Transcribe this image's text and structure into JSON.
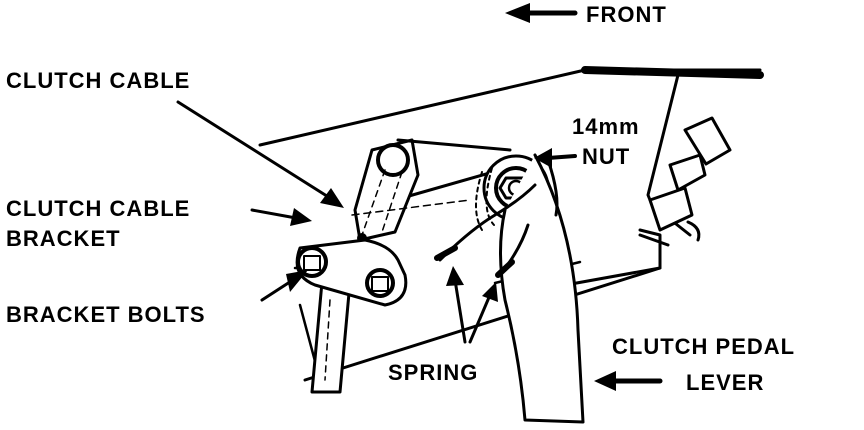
{
  "labels": {
    "front": "FRONT",
    "clutch_cable": "CLUTCH CABLE",
    "clutch_cable_bracket_line1": "CLUTCH CABLE",
    "clutch_cable_bracket_line2": "BRACKET",
    "bracket_bolts": "BRACKET BOLTS",
    "nut_line1": "14mm",
    "nut_line2": "NUT",
    "spring": "SPRING",
    "clutch_pedal_lever_line1": "CLUTCH PEDAL",
    "clutch_pedal_lever_line2": "LEVER"
  }
}
